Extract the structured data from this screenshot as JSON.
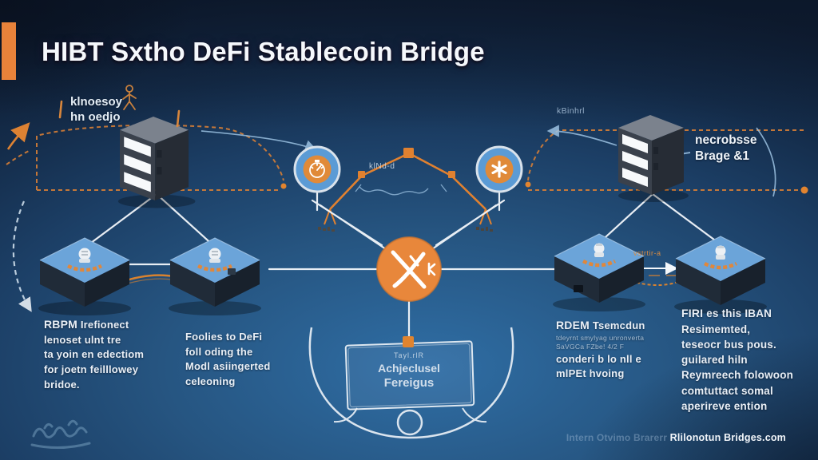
{
  "title": "HIBT Sxtho DeFi Stablecoin Bridge",
  "annotations": {
    "sketch_label": {
      "line1": "klnoesoy",
      "line2": "hn oedjo"
    },
    "small_right": "kBinhrl",
    "bridge_top": "klNd-d",
    "server_right": {
      "line1": "necrobsse",
      "line2": "Brage &1"
    },
    "between_right_boxes": "vstrtir-a"
  },
  "center_box": {
    "line1": "Tayl.rlR",
    "line2": "Achjeclusel",
    "line3": "Fereigus"
  },
  "blocks": {
    "rbpm": {
      "bold": "RBPM",
      "rest": " Irefionect",
      "lines": [
        "lenoset ulnt tre",
        "ta yoin en edectiom",
        "for joetn feilllowey",
        "bridoe."
      ]
    },
    "defi": {
      "lines": [
        "Foolies to DeFi",
        "foll oding the",
        "Modl asiingerted",
        "celeoning"
      ]
    },
    "rdem": {
      "bold": "RDEM",
      "rest": " Tsemcdun",
      "small_lines": [
        "tdeyrnt smylyag unronverta",
        "SaVGCa FZbe! 4/2 F"
      ],
      "lines": [
        "conderi b lo nll e",
        "mlPEt hvoing"
      ]
    },
    "firi": {
      "bold": "FIRI",
      "rest": " es this IBAN",
      "lines": [
        "Resimemted,",
        "teseocr bus pous.",
        "guilared hiln",
        "Reymreech folowoon",
        "comtuttact somal",
        "aperireve ention"
      ]
    }
  },
  "footer": {
    "faint": "Intern Otvimo Brarerr ",
    "bold": "Rlilonotun Bridges.com"
  },
  "icons": {
    "left_circle": "gauge-icon",
    "right_circle": "asterisk-icon",
    "center_hub": "x-bridge-icon",
    "servers": "server-icon",
    "platforms": "platform-box-icon",
    "emblem": "crest-icon",
    "figure": "stick-figure-icon",
    "watermark": "watermark-logo"
  },
  "colors": {
    "accent_orange": "#E8873B",
    "dashed_orange": "#D87F36",
    "node_blue": "#5B9BD5",
    "box_blue": "#6BA4D9",
    "line_white": "#F3F7FB",
    "sky_blue": "#9CC2E2"
  }
}
